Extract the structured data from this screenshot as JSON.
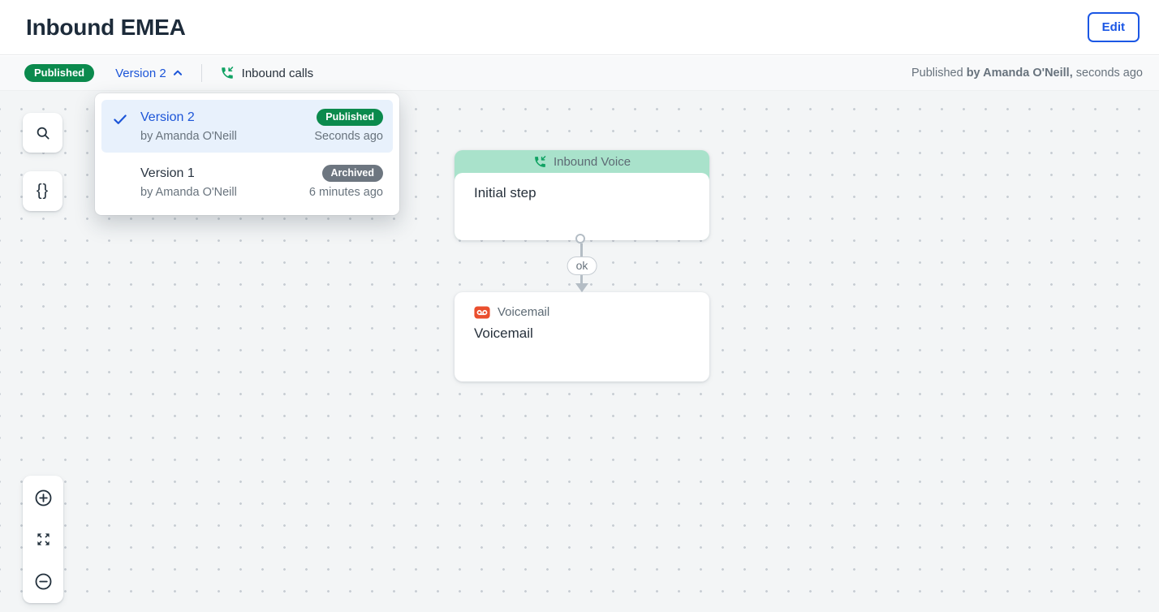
{
  "header": {
    "title": "Inbound EMEA",
    "edit_label": "Edit"
  },
  "toolbar": {
    "status_badge": "Published",
    "version_label": "Version 2",
    "channel_label": "Inbound calls",
    "publish_info": {
      "prefix": "Published ",
      "bold": "by Amanda O'Neill,",
      "suffix": " seconds ago"
    }
  },
  "version_dropdown": {
    "items": [
      {
        "name": "Version 2",
        "badge": "Published",
        "author": "by Amanda O'Neill",
        "time": "Seconds ago",
        "selected": true
      },
      {
        "name": "Version 1",
        "badge": "Archived",
        "author": "by Amanda O'Neill",
        "time": "6 minutes ago",
        "selected": false
      }
    ]
  },
  "flow": {
    "nodes": [
      {
        "type_label": "Inbound Voice",
        "title": "Initial step"
      },
      {
        "type_label": "Voicemail",
        "title": "Voicemail"
      }
    ],
    "edge_label": "ok"
  },
  "colors": {
    "accent_blue": "#1c55d8",
    "published_green": "#0b8a4d",
    "archived_gray": "#6d7680",
    "node_header_mint": "#a9e2cb",
    "phone_icon_green": "#10a263",
    "voicemail_icon_red": "#ea4f2e",
    "edge_gray": "#b4bdc5",
    "canvas_bg": "#f3f5f6",
    "muted_text": "#68737d"
  }
}
